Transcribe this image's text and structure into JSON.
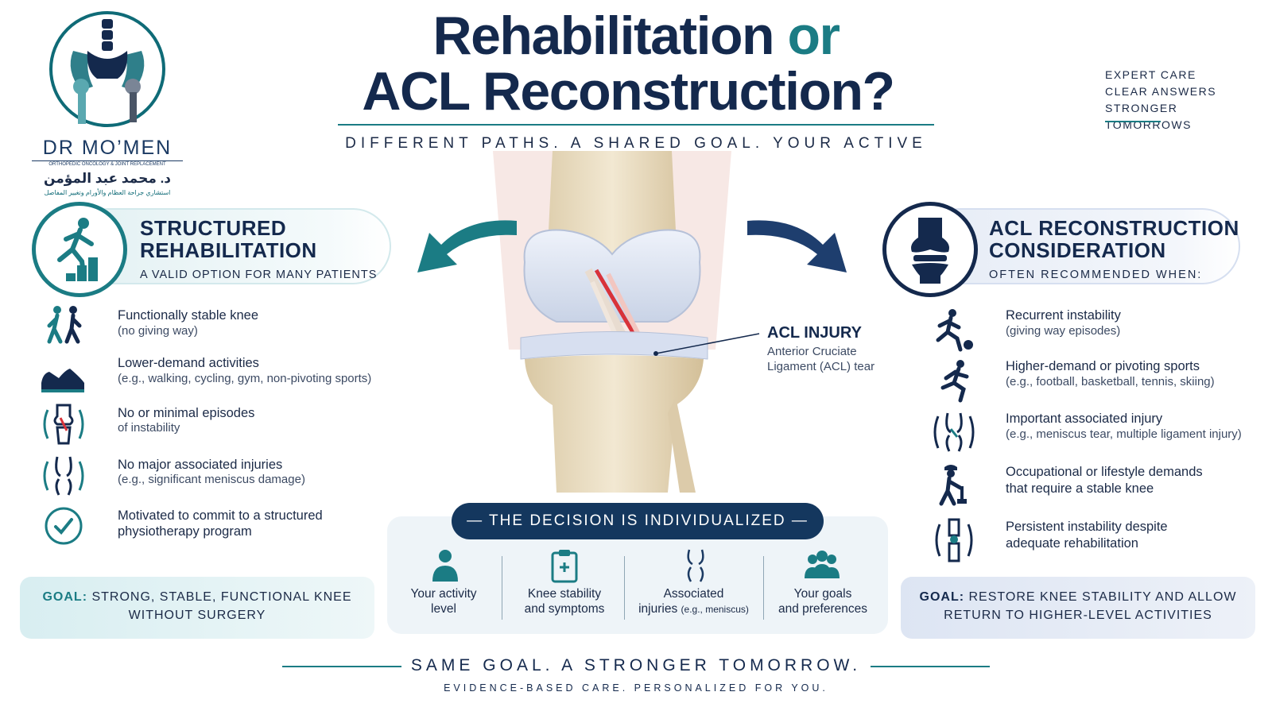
{
  "logo": {
    "name": "DR MO’MEN",
    "subtitle": "ORTHOPEDIC ONCOLOGY & JOINT REPLACEMENT",
    "arabic_name": "د. محمد عبد المؤمن",
    "arabic_subtitle": "استشاري جراحة العظام والأورام وتغيير المفاصل"
  },
  "header": {
    "title_part1": "Rehabilitation",
    "title_or": "or",
    "title_line2": "ACL Reconstruction?",
    "subtitle": "DIFFERENT PATHS. A SHARED GOAL. YOUR ACTIVE LIFE."
  },
  "tagline": [
    "EXPERT CARE",
    "CLEAR ANSWERS",
    "STRONGER TOMORROWS"
  ],
  "acl_label": {
    "title": "ACL INJURY",
    "line1": "Anterior Cruciate",
    "line2": "Ligament (ACL) tear"
  },
  "left": {
    "title_line1": "STRUCTURED",
    "title_line2": "REHABILITATION",
    "subtitle": "A VALID OPTION FOR MANY PATIENTS",
    "items": [
      {
        "icon": "walking-people-icon",
        "title": "Functionally stable knee",
        "sub": "(no giving way)"
      },
      {
        "icon": "sneaker-icon",
        "title": "Lower-demand activities",
        "sub": "(e.g., walking, cycling, gym, non-pivoting sports)"
      },
      {
        "icon": "knee-joint-cycle-icon",
        "title": "No or minimal episodes",
        "sub": "of instability"
      },
      {
        "icon": "knee-outline-icon",
        "title": "No major associated injuries",
        "sub": "(e.g., significant meniscus damage)"
      },
      {
        "icon": "check-circle-icon",
        "title": "Motivated to commit to a structured",
        "sub": "physiotherapy program"
      }
    ],
    "goal_key": "GOAL:",
    "goal_line1": "STRONG, STABLE, FUNCTIONAL KNEE",
    "goal_line2": "WITHOUT SURGERY"
  },
  "right": {
    "title_line1": "ACL RECONSTRUCTION",
    "title_line2": "CONSIDERATION",
    "subtitle": "OFTEN RECOMMENDED WHEN:",
    "items": [
      {
        "icon": "soccer-player-icon",
        "title": "Recurrent instability",
        "sub": "(giving way episodes)"
      },
      {
        "icon": "running-person-icon",
        "title": "Higher-demand or pivoting sports",
        "sub": "(e.g., football, basketball, tennis, skiing)"
      },
      {
        "icon": "knee-injury-icon",
        "title": "Important associated injury",
        "sub": "(e.g., meniscus tear, multiple ligament injury)"
      },
      {
        "icon": "worker-icon",
        "title": "Occupational or lifestyle demands",
        "sub": "that require a stable knee"
      },
      {
        "icon": "knee-brace-icon",
        "title": "Persistent instability despite",
        "sub": "adequate rehabilitation"
      }
    ],
    "goal_key": "GOAL:",
    "goal_line1": "RESTORE KNEE STABILITY AND ALLOW",
    "goal_line2": "RETURN TO HIGHER-LEVEL ACTIVITIES"
  },
  "decision": {
    "badge": "— THE DECISION IS INDIVIDUALIZED —",
    "factors": [
      {
        "icon": "person-icon",
        "l1": "Your activity",
        "l2": "level",
        "l2_small": ""
      },
      {
        "icon": "clipboard-icon",
        "l1": "Knee stability",
        "l2": "and symptoms",
        "l2_small": ""
      },
      {
        "icon": "knee-small-icon",
        "l1": "Associated",
        "l2": "injuries ",
        "l2_small": "(e.g., meniscus)"
      },
      {
        "icon": "group-icon",
        "l1": "Your goals",
        "l2": "and preferences",
        "l2_small": ""
      }
    ]
  },
  "footer": {
    "line1": "SAME GOAL. A STRONGER TOMORROW.",
    "line2": "EVIDENCE-BASED CARE. PERSONALIZED FOR YOU."
  },
  "colors": {
    "navy": "#14294d",
    "teal": "#1b7c84",
    "ligament_red": "#d8323a"
  }
}
